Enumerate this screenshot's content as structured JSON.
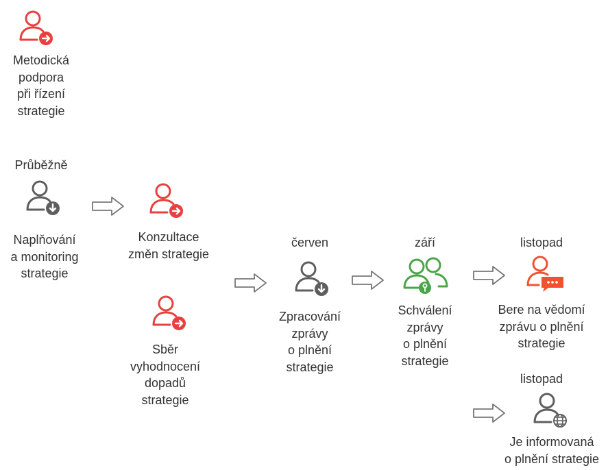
{
  "colors": {
    "red": "#E8403F",
    "orange": "#F0522F",
    "green": "#49A547",
    "gray": "#5E5E5E",
    "text": "#333333"
  },
  "nodes": {
    "metodicka": {
      "icon": "user-arrow-right-icon",
      "label": "Metodická\npodpora\npři řízení\nstrategie"
    },
    "naplnovani": {
      "icon": "user-download-icon",
      "time": "Průběžně",
      "label": "Naplňování\na monitoring\nstrategie"
    },
    "konzultace": {
      "icon": "user-arrow-right-icon",
      "label": "Konzultace\nzměn strategie"
    },
    "sber": {
      "icon": "user-arrow-right-icon",
      "label": "Sběr\nvyhodnocení\ndopadů\nstrategie"
    },
    "zpracovani": {
      "icon": "user-download-icon",
      "time": "červen",
      "label": "Zpracování\nzprávy\no plnění\nstrategie"
    },
    "schvaleni": {
      "icon": "users-key-icon",
      "time": "září",
      "label": "Schválení\nzprávy\no plnění\nstrategie"
    },
    "bere": {
      "icon": "user-chat-icon",
      "time": "listopad",
      "label": "Bere na vědomí\nzprávu o plnění\nstrategie"
    },
    "informovana": {
      "icon": "user-globe-icon",
      "time": "listopad",
      "label": "Je informovaná\no plnění strategie"
    }
  }
}
